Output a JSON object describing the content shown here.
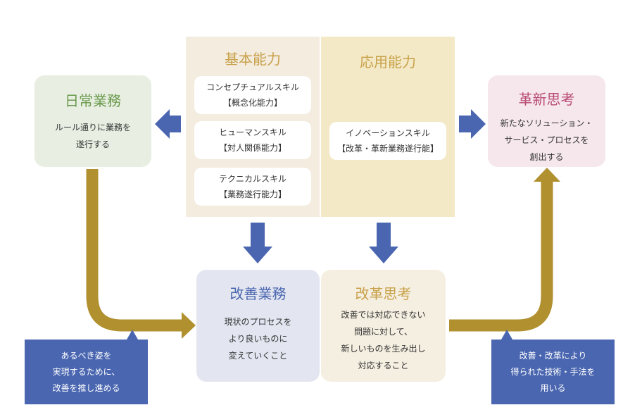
{
  "colors": {
    "basic_panel": "#f3ecdf",
    "applied_panel": "#f3e9c6",
    "daily_box": "#e8efe2",
    "innovation_box": "#f5e7ec",
    "improve_box": "#e3e6f0",
    "reform_box": "#f5efe1",
    "blue_arrow": "#4a66b0",
    "gold_arrow": "#b0902f",
    "note_bg": "#4a66b0"
  },
  "basic": {
    "title": "基本能力",
    "cards": [
      {
        "line1": "コンセプチュアルスキル",
        "line2": "【概念化能力】"
      },
      {
        "line1": "ヒューマンスキル",
        "line2": "【対人関係能力】"
      },
      {
        "line1": "テクニカルスキル",
        "line2": "【業務遂行能力】"
      }
    ]
  },
  "applied": {
    "title": "応用能力",
    "card": {
      "line1": "イノベーションスキル",
      "line2": "【改革・革新業務遂行能】"
    }
  },
  "daily": {
    "title": "日常業務",
    "lines": [
      "ルール通りに業務を",
      "遂行する"
    ]
  },
  "innovation": {
    "title": "革新思考",
    "lines": [
      "新たなソリューション・",
      "サービス・プロセスを",
      "創出する"
    ]
  },
  "improve": {
    "title": "改善業務",
    "lines": [
      "現状のプロセスを",
      "より良いものに",
      "変えていくこと"
    ]
  },
  "reform": {
    "title": "改革思考",
    "lines": [
      "改善では対応できない",
      "問題に対して、",
      "新しいものを生み出し",
      "対応すること"
    ]
  },
  "note_left": {
    "lines": [
      "あるべき姿を",
      "実現するために、",
      "改善を推し進める"
    ]
  },
  "note_right": {
    "lines": [
      "改善・改革により",
      "得られた技術・手法を",
      "用いる"
    ]
  }
}
